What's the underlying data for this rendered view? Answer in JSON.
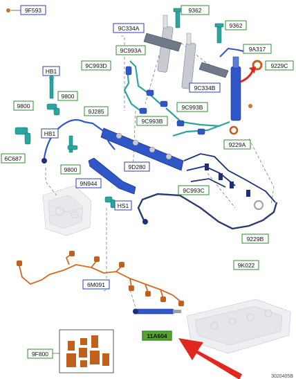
{
  "diagram": {
    "legend_code": "9F593",
    "footer_code": "3020405B",
    "labels": {
      "9F593": "9F593",
      "9362_top": "9362",
      "9C334A": "9C334A",
      "9362_mid": "9362",
      "9C993A": "9C993A",
      "9A317": "9A317",
      "9229C": "9229C",
      "9C993D": "9C993D",
      "HB1_top": "HB1",
      "9C334B": "9C334B",
      "9800_a": "9800",
      "9800_b": "9800",
      "9J285": "9J285",
      "9C993B_a": "9C993B",
      "9C993B_b": "9C993B",
      "HB1_mid": "HB1",
      "9229A": "9229A",
      "6C687": "6C687",
      "9D280": "9D280",
      "9800_c": "9800",
      "9N944": "9N944",
      "9C993C": "9C993C",
      "HS1": "HS1",
      "9229B": "9229B",
      "9K022": "9K022",
      "6M091": "6M091",
      "11A604": "11A604",
      "9F800": "9F800"
    }
  },
  "colors": {
    "blue_label_border": "#2a3fb0",
    "green_label_border": "#2e8b2e",
    "highlight_fill": "#5aa02c",
    "part_blue": "#2f57c8",
    "part_dark_blue": "#1d2f7a",
    "part_teal": "#2aa5a0",
    "part_gray": "#c8ccd2",
    "harness_orange": "#d2691e",
    "arrow_red": "#e0281e"
  }
}
